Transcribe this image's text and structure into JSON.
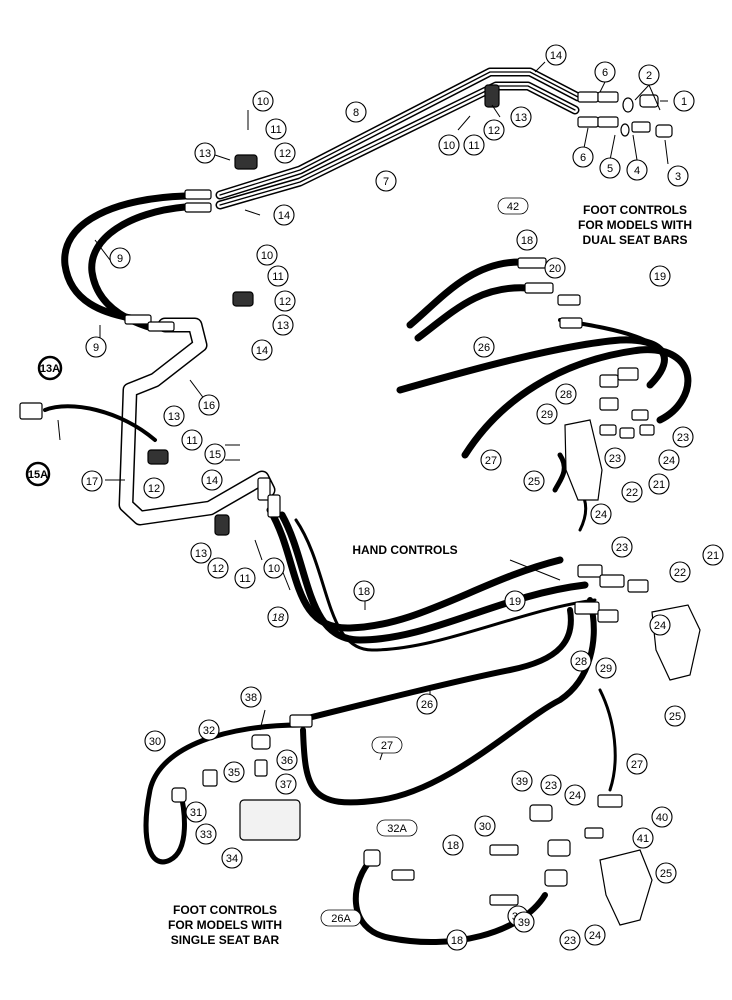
{
  "labels": {
    "foot_dual_1": "FOOT CONTROLS",
    "foot_dual_2": "FOR MODELS WITH",
    "foot_dual_3": "DUAL SEAT BARS",
    "hand_controls": "HAND CONTROLS",
    "foot_single_1": "FOOT CONTROLS",
    "foot_single_2": "FOR MODELS WITH",
    "foot_single_3": "SINGLE SEAT BAR"
  },
  "callouts": [
    {
      "id": "c1",
      "text": "1"
    },
    {
      "id": "c2",
      "text": "2"
    },
    {
      "id": "c3",
      "text": "3"
    },
    {
      "id": "c4",
      "text": "4"
    },
    {
      "id": "c5",
      "text": "5"
    },
    {
      "id": "c6a",
      "text": "6"
    },
    {
      "id": "c6b",
      "text": "6"
    },
    {
      "id": "c7",
      "text": "7"
    },
    {
      "id": "c8",
      "text": "8"
    },
    {
      "id": "c9a",
      "text": "9"
    },
    {
      "id": "c9b",
      "text": "9"
    },
    {
      "id": "c10a",
      "text": "10"
    },
    {
      "id": "c10b",
      "text": "10"
    },
    {
      "id": "c10c",
      "text": "10"
    },
    {
      "id": "c10d",
      "text": "10"
    },
    {
      "id": "c11a",
      "text": "11"
    },
    {
      "id": "c11b",
      "text": "11"
    },
    {
      "id": "c11c",
      "text": "11"
    },
    {
      "id": "c11d",
      "text": "11"
    },
    {
      "id": "c11e",
      "text": "11"
    },
    {
      "id": "c12a",
      "text": "12"
    },
    {
      "id": "c12b",
      "text": "12"
    },
    {
      "id": "c12c",
      "text": "12"
    },
    {
      "id": "c12d",
      "text": "12"
    },
    {
      "id": "c12e",
      "text": "12"
    },
    {
      "id": "c13a",
      "text": "13"
    },
    {
      "id": "c13b",
      "text": "13"
    },
    {
      "id": "c13c",
      "text": "13"
    },
    {
      "id": "c13d",
      "text": "13"
    },
    {
      "id": "c13e",
      "text": "13"
    },
    {
      "id": "c13A",
      "text": "13A"
    },
    {
      "id": "c14a",
      "text": "14"
    },
    {
      "id": "c14b",
      "text": "14"
    },
    {
      "id": "c14c",
      "text": "14"
    },
    {
      "id": "c14d",
      "text": "14"
    },
    {
      "id": "c15",
      "text": "15"
    },
    {
      "id": "c15A",
      "text": "15A"
    },
    {
      "id": "c16",
      "text": "16"
    },
    {
      "id": "c17",
      "text": "17"
    },
    {
      "id": "c18a",
      "text": "18"
    },
    {
      "id": "c18b",
      "text": "18"
    },
    {
      "id": "c18c",
      "text": "18"
    },
    {
      "id": "c18d",
      "text": "18"
    },
    {
      "id": "c18e",
      "text": "18"
    },
    {
      "id": "c19a",
      "text": "19"
    },
    {
      "id": "c19b",
      "text": "19"
    },
    {
      "id": "c20",
      "text": "20"
    },
    {
      "id": "c21a",
      "text": "21"
    },
    {
      "id": "c21b",
      "text": "21"
    },
    {
      "id": "c22a",
      "text": "22"
    },
    {
      "id": "c22b",
      "text": "22"
    },
    {
      "id": "c23a",
      "text": "23"
    },
    {
      "id": "c23b",
      "text": "23"
    },
    {
      "id": "c23c",
      "text": "23"
    },
    {
      "id": "c23d",
      "text": "23"
    },
    {
      "id": "c23e",
      "text": "23"
    },
    {
      "id": "c24a",
      "text": "24"
    },
    {
      "id": "c24b",
      "text": "24"
    },
    {
      "id": "c24c",
      "text": "24"
    },
    {
      "id": "c24d",
      "text": "24"
    },
    {
      "id": "c24e",
      "text": "24"
    },
    {
      "id": "c25a",
      "text": "25"
    },
    {
      "id": "c25b",
      "text": "25"
    },
    {
      "id": "c25c",
      "text": "25"
    },
    {
      "id": "c26",
      "text": "26"
    },
    {
      "id": "c26b",
      "text": "26"
    },
    {
      "id": "c26A",
      "text": "26A"
    },
    {
      "id": "c27a",
      "text": "27"
    },
    {
      "id": "c27b",
      "text": "27"
    },
    {
      "id": "c27c",
      "text": "27"
    },
    {
      "id": "c28a",
      "text": "28"
    },
    {
      "id": "c28b",
      "text": "28"
    },
    {
      "id": "c29a",
      "text": "29"
    },
    {
      "id": "c29b",
      "text": "29"
    },
    {
      "id": "c30a",
      "text": "30"
    },
    {
      "id": "c30b",
      "text": "30"
    },
    {
      "id": "c31a",
      "text": "31"
    },
    {
      "id": "c31b",
      "text": "31"
    },
    {
      "id": "c32",
      "text": "32"
    },
    {
      "id": "c32A",
      "text": "32A"
    },
    {
      "id": "c33",
      "text": "33"
    },
    {
      "id": "c34",
      "text": "34"
    },
    {
      "id": "c35",
      "text": "35"
    },
    {
      "id": "c36",
      "text": "36"
    },
    {
      "id": "c37",
      "text": "37"
    },
    {
      "id": "c38",
      "text": "38"
    },
    {
      "id": "c39a",
      "text": "39"
    },
    {
      "id": "c39b",
      "text": "39"
    },
    {
      "id": "c40",
      "text": "40"
    },
    {
      "id": "c41",
      "text": "41"
    },
    {
      "id": "c42",
      "text": "42"
    }
  ]
}
